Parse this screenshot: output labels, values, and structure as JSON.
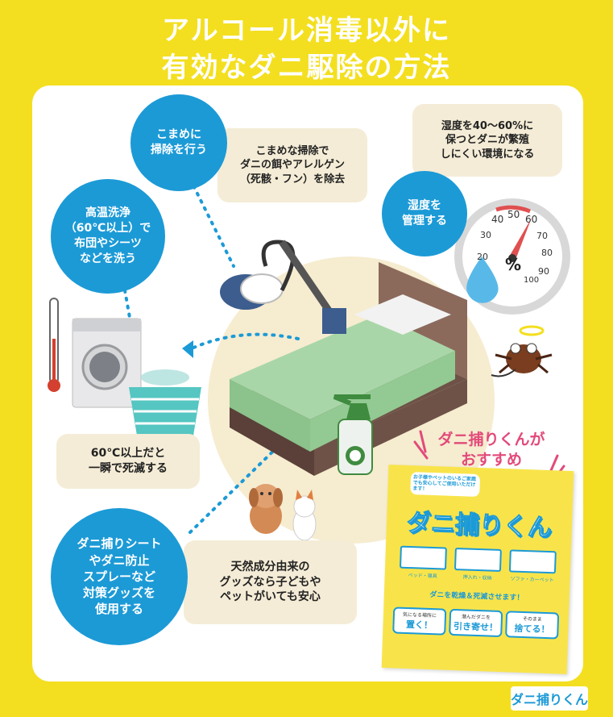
{
  "header": {
    "title_line1": "アルコール消毒以外に",
    "title_line2": "有効なダニ駆除の方法"
  },
  "bubbles": {
    "cleaning": "こまめに\n掃除を行う",
    "washing": "高温洗浄\n（60℃以上）で\n布団やシーツ\nなどを洗う",
    "humidity": "湿度を\n管理する",
    "goods": "ダニ捕りシート\nやダニ防止\nスプレーなど\n対策グッズを\n使用する"
  },
  "notes": {
    "cleaning": "こまめな掃除で\nダニの餌やアレルゲン\n（死骸・フン）を除去",
    "humidity": "湿度を40〜60%に\n保つとダニが繁殖\nしにくい環境になる",
    "washing": "60℃以上だと\n一瞬で死滅する",
    "goods": "天然成分由来の\nグッズなら子どもや\nペットがいても安心"
  },
  "hygrometer": {
    "ticks": [
      "20",
      "30",
      "40",
      "50",
      "60",
      "70",
      "80",
      "90",
      "100"
    ],
    "unit": "%"
  },
  "recommend": "ダニ捕りくんが\nおすすめ",
  "product": {
    "name": "ダニ捕りくん",
    "badge": "お子様やペットのいるご家庭でも安心してご使用いただけます！",
    "feature1": "ベッド・寝具",
    "feature2": "押入れ・収納",
    "feature3": "ソファ・カーペット",
    "tagline": "ダニを乾燥＆死滅させます！",
    "step1_top": "気になる場所に",
    "step1_main": "置く！",
    "step2_top": "潜んだダニを",
    "step2_main": "引き寄せ！",
    "step3_top": "そのまま",
    "step3_main": "捨てる！"
  },
  "brand": "ダニ捕りくん",
  "colors": {
    "background": "#f3df1f",
    "bubble": "#1c9ad6",
    "note": "#f4ecd6",
    "accent": "#e24a7a"
  }
}
